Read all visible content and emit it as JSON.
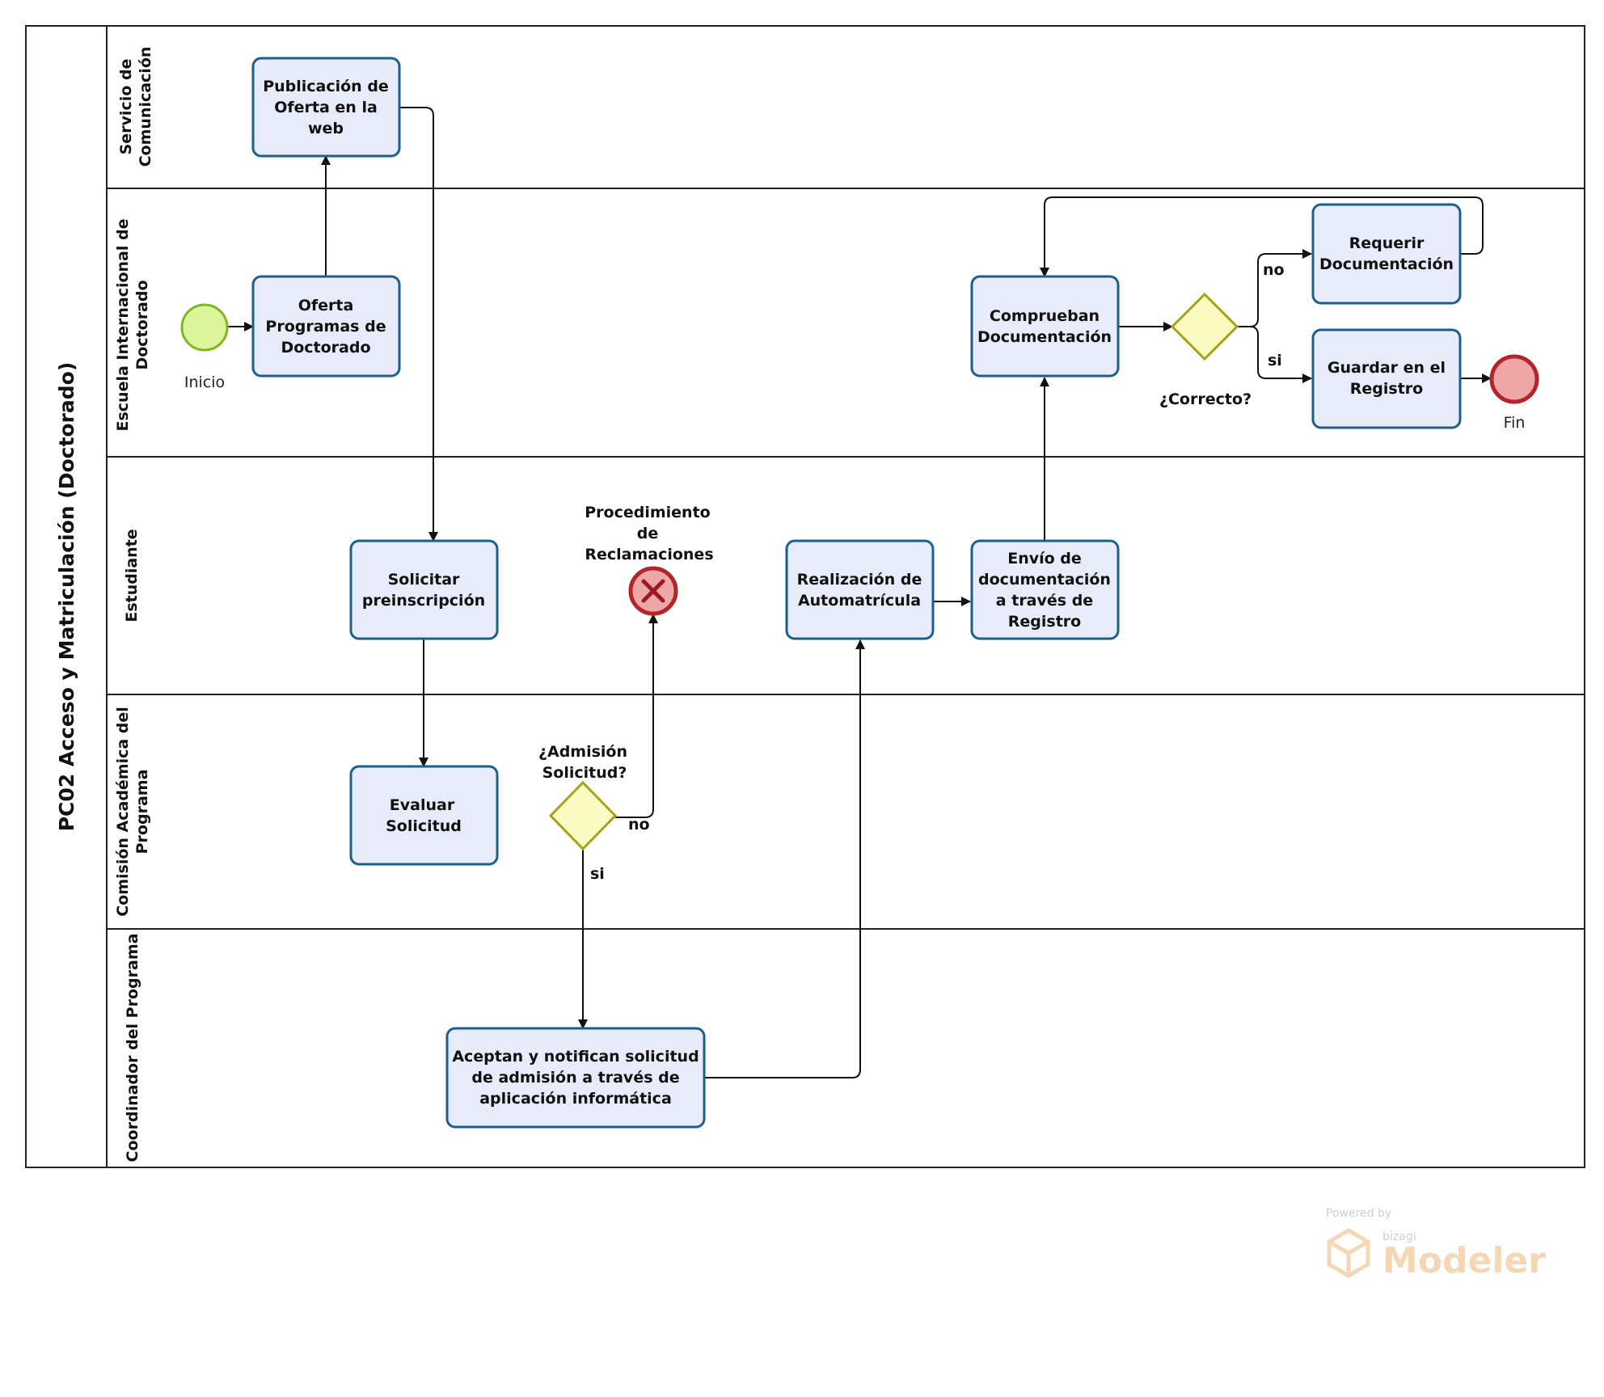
{
  "pool": {
    "title": "PC02 Acceso y Matriculación (Doctorado)"
  },
  "lanes": [
    {
      "id": "servicio",
      "label_lines": [
        "Servicio de",
        "Comunicación"
      ]
    },
    {
      "id": "escuela",
      "label_lines": [
        "Escuela Internacional de",
        "Doctorado"
      ]
    },
    {
      "id": "estudiante",
      "label_lines": [
        "Estudiante"
      ]
    },
    {
      "id": "comision",
      "label_lines": [
        "Comisión Académica del",
        "Programa"
      ]
    },
    {
      "id": "coordinador",
      "label_lines": [
        "Coordinador del Programa"
      ]
    }
  ],
  "tasks": {
    "publicacion": {
      "lines": [
        "Publicación de",
        "Oferta en la",
        "web"
      ]
    },
    "oferta": {
      "lines": [
        "Oferta",
        "Programas de",
        "Doctorado"
      ]
    },
    "comprueban": {
      "lines": [
        "Comprueban",
        "Documentación"
      ]
    },
    "requerir": {
      "lines": [
        "Requerir",
        "Documentación"
      ]
    },
    "guardar": {
      "lines": [
        "Guardar en el",
        "Registro"
      ]
    },
    "solicitar": {
      "lines": [
        "Solicitar",
        "preinscripción"
      ]
    },
    "realizacion": {
      "lines": [
        "Realización de",
        "Automatrícula"
      ]
    },
    "envio": {
      "lines": [
        "Envío de",
        "documentación",
        "a través de",
        "Registro"
      ]
    },
    "evaluar": {
      "lines": [
        "Evaluar",
        "Solicitud"
      ]
    },
    "aceptan": {
      "lines": [
        "Aceptan y notifican solicitud",
        "de admisión a través de",
        "aplicación informática"
      ]
    }
  },
  "events": {
    "inicio": {
      "label": "Inicio"
    },
    "fin": {
      "label": "Fin"
    },
    "reclamaciones": {
      "lines": [
        "Procedimiento",
        "de",
        "Reclamaciones"
      ]
    }
  },
  "gateways": {
    "correcto": {
      "lines": [
        "¿Correcto?"
      ]
    },
    "admision": {
      "lines": [
        "¿Admisión",
        "Solicitud?"
      ]
    }
  },
  "flow_labels": {
    "correcto_no": "no",
    "correcto_si": "si",
    "admision_no": "no",
    "admision_si": "si"
  },
  "watermark": {
    "powered": "Powered by",
    "brand": "bizagi",
    "product": "Modeler"
  },
  "colors": {
    "task_fill": "#e8ecfa",
    "task_stroke": "#1a5f8e",
    "start_fill": "#ddf59a",
    "start_stroke": "#7eb71f",
    "end_fill": "#eea7a7",
    "end_stroke": "#b3242b",
    "gateway_fill": "#fbfbc2",
    "gateway_stroke": "#a3a318"
  }
}
